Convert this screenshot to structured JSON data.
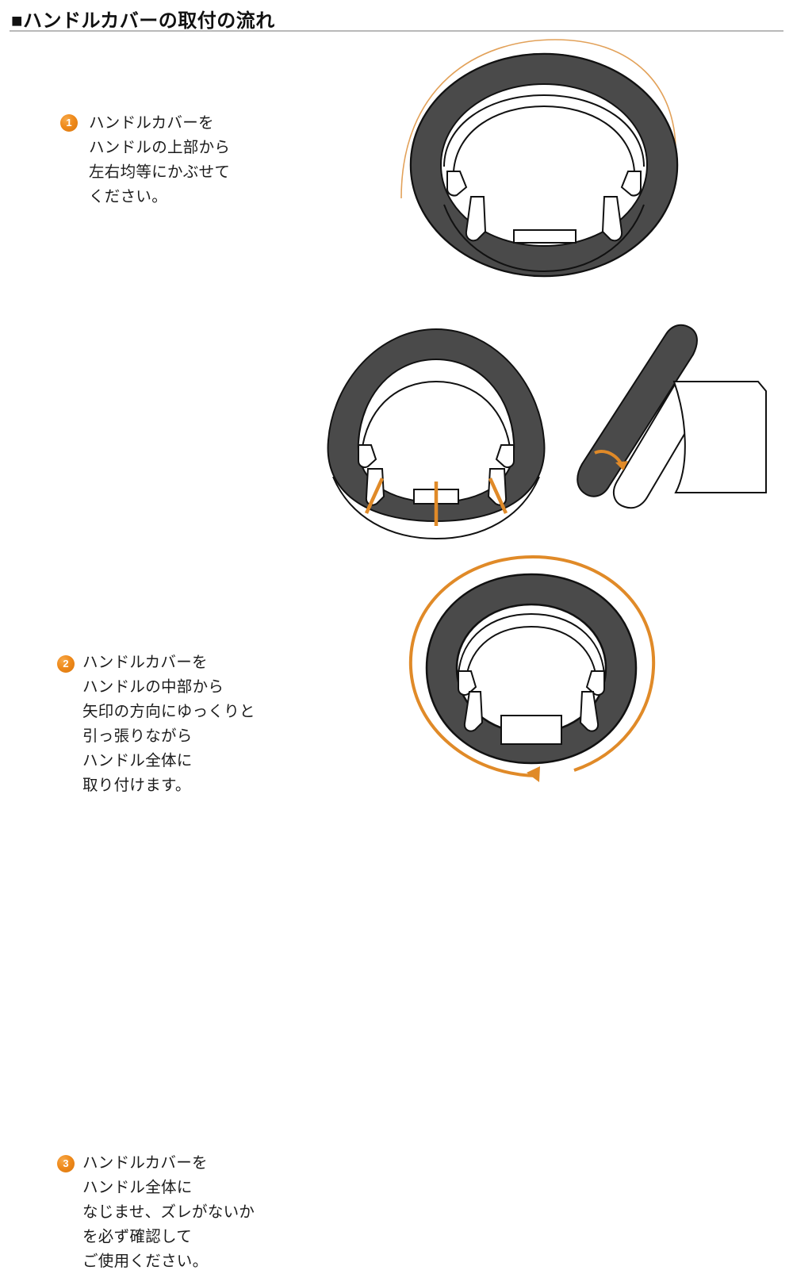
{
  "header": {
    "bullet": "■",
    "title": "■ハンドルカバーの取付の流れ"
  },
  "colors": {
    "accent_orange": "#e8902a",
    "arrow_orange": "#e08a28",
    "wheel_rim": "#4a4a4a",
    "wheel_outline": "#111111",
    "text": "#1b1b1b",
    "rule": "#b9b9b9",
    "background": "#ffffff"
  },
  "steps": [
    {
      "number": "1",
      "text": "ハンドルカバーを\nハンドルの上部から\n左右均等にかぶせて\nください。",
      "figure_name": "steering-wheel-cover-from-top"
    },
    {
      "number": "2",
      "text": "ハンドルカバーを\nハンドルの中部から\n矢印の方向にゆっくりと\n引っ張りながら\nハンドル全体に\n取り付けます。",
      "figure_name": "steering-wheel-pull-direction"
    },
    {
      "number": "3",
      "text": "ハンドルカバーを\nハンドル全体に\nなじませ、ズレがないか\nを必ず確認して\nご使用ください。",
      "figure_name": "steering-wheel-fitted-check"
    }
  ]
}
